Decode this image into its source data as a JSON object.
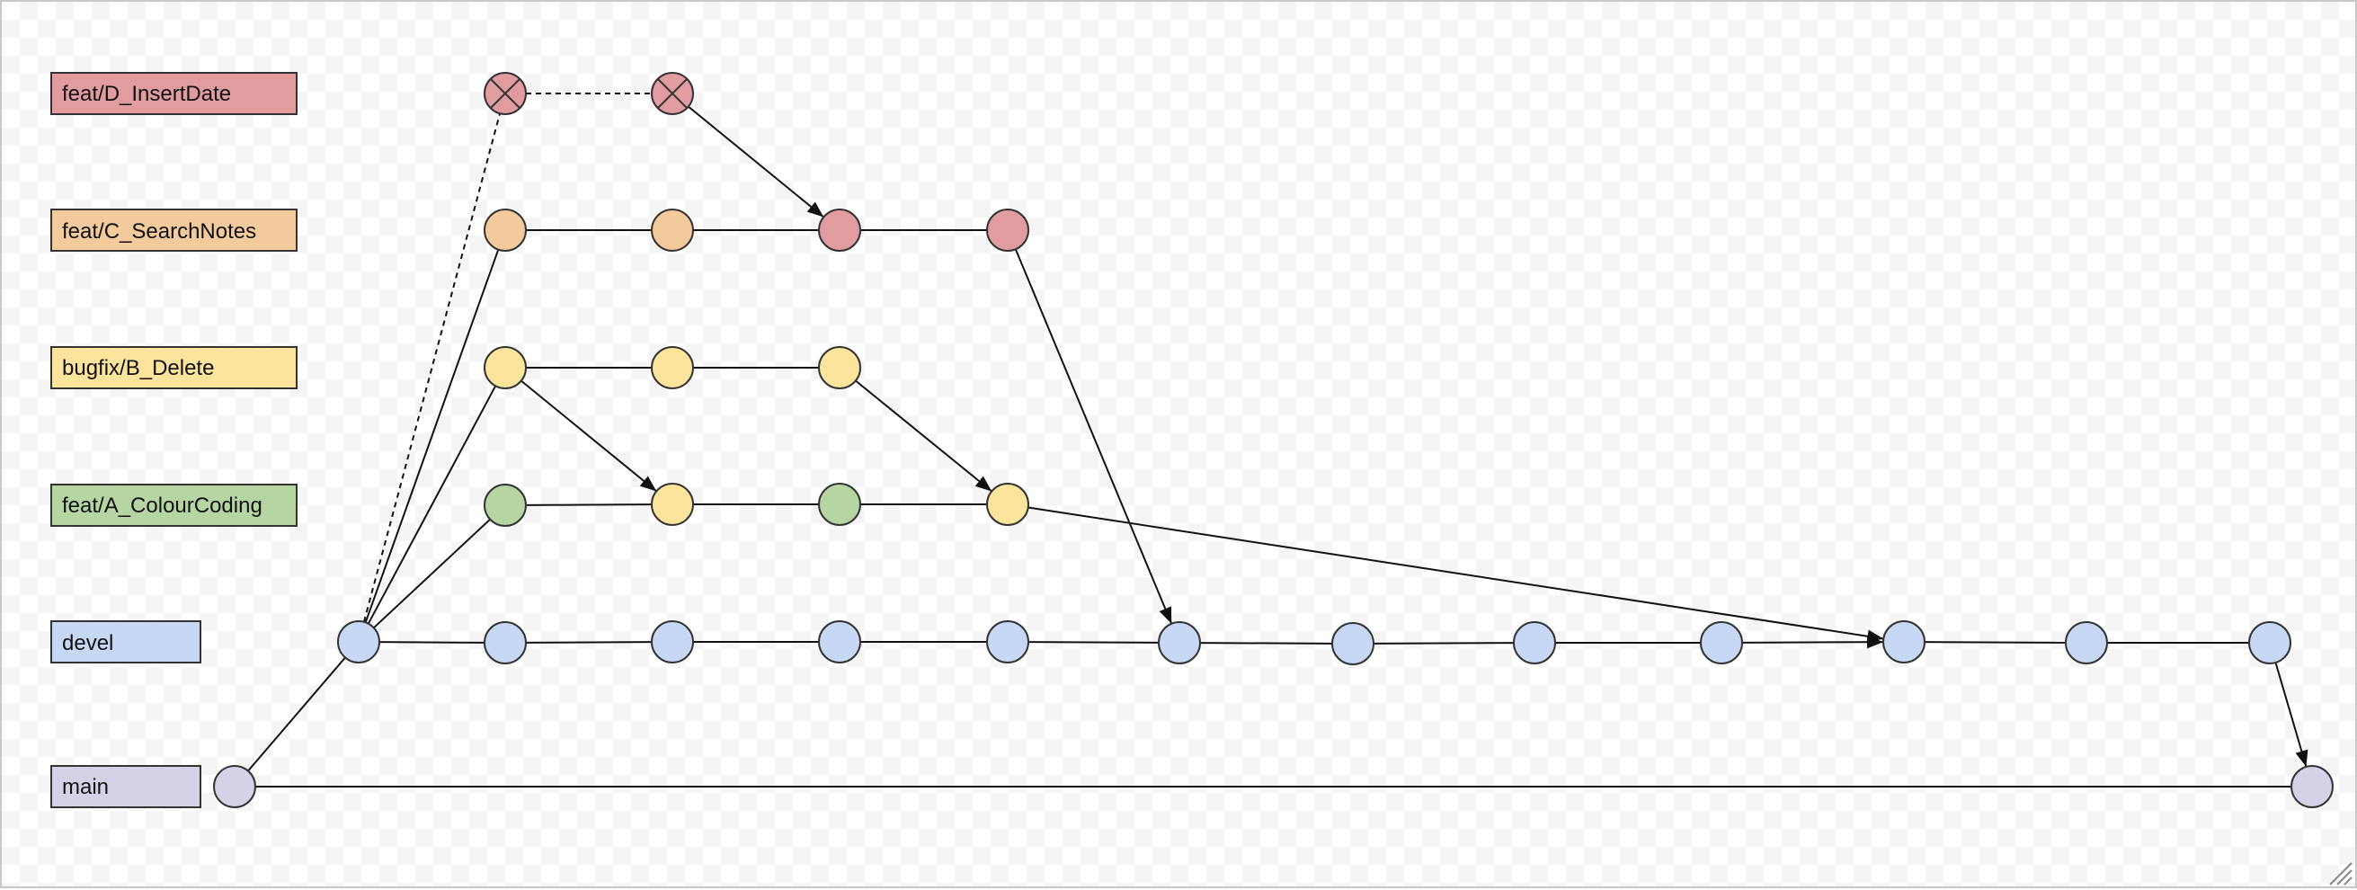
{
  "diagram": {
    "colors": {
      "feat_d": "#e19c9f",
      "feat_c": "#f2ca9c",
      "bugfix_b": "#fde49d",
      "feat_a": "#b5d5a3",
      "devel": "#c6d8f3",
      "main": "#d6d1e6",
      "stroke": "#333333",
      "edge": "#111111"
    },
    "branches": [
      {
        "id": "feat_d",
        "label": "feat/D_InsertDate",
        "color": "#e19c9f"
      },
      {
        "id": "feat_c",
        "label": "feat/C_SearchNotes",
        "color": "#f2ca9c"
      },
      {
        "id": "bugfix_b",
        "label": "bugfix/B_Delete",
        "color": "#fde49d"
      },
      {
        "id": "feat_a",
        "label": "feat/A_ColourCoding",
        "color": "#b5d5a3"
      },
      {
        "id": "devel",
        "label": "devel",
        "color": "#c6d8f3"
      },
      {
        "id": "main",
        "label": "main",
        "color": "#d6d1e6"
      }
    ],
    "commits": [
      {
        "id": "main_1",
        "branch": "main",
        "color": "#d6d1e6"
      },
      {
        "id": "main_2",
        "branch": "main",
        "color": "#d6d1e6"
      },
      {
        "id": "dev_1",
        "branch": "devel",
        "color": "#c6d8f3"
      },
      {
        "id": "dev_2",
        "branch": "devel",
        "color": "#c6d8f3"
      },
      {
        "id": "dev_3",
        "branch": "devel",
        "color": "#c6d8f3"
      },
      {
        "id": "dev_4",
        "branch": "devel",
        "color": "#c6d8f3"
      },
      {
        "id": "dev_5",
        "branch": "devel",
        "color": "#c6d8f3"
      },
      {
        "id": "dev_6",
        "branch": "devel",
        "color": "#c6d8f3"
      },
      {
        "id": "dev_7",
        "branch": "devel",
        "color": "#c6d8f3"
      },
      {
        "id": "dev_8",
        "branch": "devel",
        "color": "#c6d8f3"
      },
      {
        "id": "dev_9",
        "branch": "devel",
        "color": "#c6d8f3"
      },
      {
        "id": "dev_10",
        "branch": "devel",
        "color": "#c6d8f3"
      },
      {
        "id": "dev_11",
        "branch": "devel",
        "color": "#c6d8f3"
      },
      {
        "id": "dev_12",
        "branch": "devel",
        "color": "#c6d8f3"
      },
      {
        "id": "a_1",
        "branch": "feat_a",
        "color": "#b5d5a3"
      },
      {
        "id": "a_2",
        "branch": "feat_a",
        "color": "#fde49d"
      },
      {
        "id": "a_3",
        "branch": "feat_a",
        "color": "#b5d5a3"
      },
      {
        "id": "a_4",
        "branch": "feat_a",
        "color": "#fde49d"
      },
      {
        "id": "b_1",
        "branch": "bugfix_b",
        "color": "#fde49d"
      },
      {
        "id": "b_2",
        "branch": "bugfix_b",
        "color": "#fde49d"
      },
      {
        "id": "b_3",
        "branch": "bugfix_b",
        "color": "#fde49d"
      },
      {
        "id": "c_1",
        "branch": "feat_c",
        "color": "#f2ca9c"
      },
      {
        "id": "c_2",
        "branch": "feat_c",
        "color": "#f2ca9c"
      },
      {
        "id": "c_3",
        "branch": "feat_c",
        "color": "#e19c9f"
      },
      {
        "id": "c_4",
        "branch": "feat_c",
        "color": "#e19c9f"
      },
      {
        "id": "d_1",
        "branch": "feat_d",
        "color": "#e19c9f",
        "abandoned": true
      },
      {
        "id": "d_2",
        "branch": "feat_d",
        "color": "#e19c9f",
        "abandoned": true
      }
    ],
    "edges": [
      {
        "from": "main_1",
        "to": "main_2"
      },
      {
        "from": "main_1",
        "to": "dev_1"
      },
      {
        "from": "dev_1",
        "to": "dev_2"
      },
      {
        "from": "dev_2",
        "to": "dev_3"
      },
      {
        "from": "dev_3",
        "to": "dev_4"
      },
      {
        "from": "dev_4",
        "to": "dev_5"
      },
      {
        "from": "dev_5",
        "to": "dev_6"
      },
      {
        "from": "dev_6",
        "to": "dev_7"
      },
      {
        "from": "dev_7",
        "to": "dev_8"
      },
      {
        "from": "dev_8",
        "to": "dev_9"
      },
      {
        "from": "dev_9",
        "to": "dev_10",
        "arrow": true
      },
      {
        "from": "dev_10",
        "to": "dev_11"
      },
      {
        "from": "dev_11",
        "to": "dev_12"
      },
      {
        "from": "dev_12",
        "to": "main_2",
        "arrow": true
      },
      {
        "from": "dev_1",
        "to": "a_1"
      },
      {
        "from": "dev_1",
        "to": "b_1"
      },
      {
        "from": "dev_1",
        "to": "c_1"
      },
      {
        "from": "dev_1",
        "to": "d_1",
        "dashed": true
      },
      {
        "from": "a_1",
        "to": "a_2"
      },
      {
        "from": "a_2",
        "to": "a_3"
      },
      {
        "from": "a_3",
        "to": "a_4"
      },
      {
        "from": "a_4",
        "to": "dev_10",
        "arrow": true
      },
      {
        "from": "b_1",
        "to": "b_2"
      },
      {
        "from": "b_2",
        "to": "b_3"
      },
      {
        "from": "b_1",
        "to": "a_2",
        "arrow": true
      },
      {
        "from": "b_3",
        "to": "a_4",
        "arrow": true
      },
      {
        "from": "c_1",
        "to": "c_2"
      },
      {
        "from": "c_2",
        "to": "c_3"
      },
      {
        "from": "c_3",
        "to": "c_4"
      },
      {
        "from": "c_4",
        "to": "dev_6",
        "arrow": true
      },
      {
        "from": "d_1",
        "to": "d_2",
        "dashed": true
      },
      {
        "from": "d_2",
        "to": "c_3",
        "arrow": true
      }
    ]
  }
}
